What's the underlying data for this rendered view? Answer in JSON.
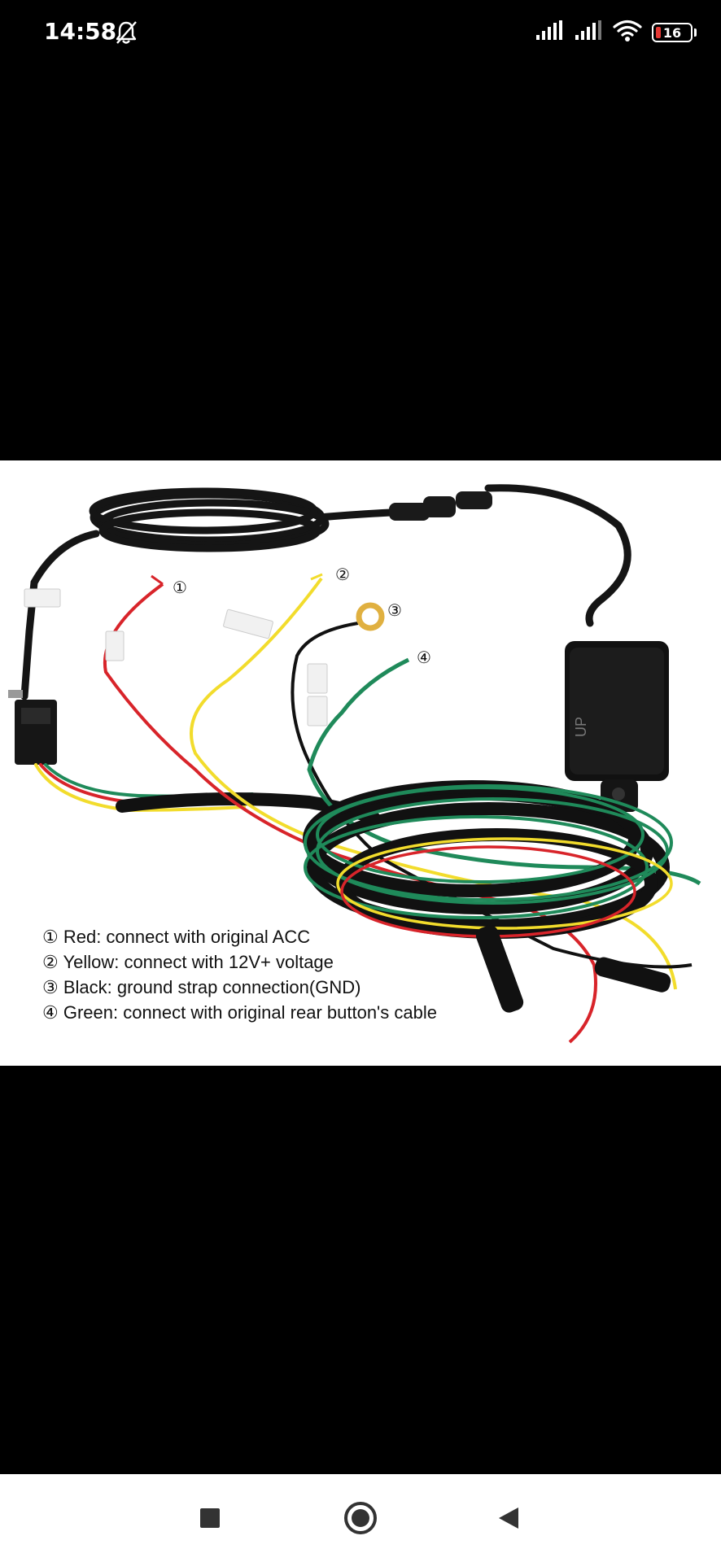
{
  "status_bar": {
    "time": "14:58",
    "battery_level": "16",
    "battery_fraction": 0.16,
    "icons": [
      "bell-off-icon",
      "signal-icon",
      "signal-icon",
      "wifi-icon",
      "battery-icon"
    ]
  },
  "photo": {
    "callouts": [
      "①",
      "②",
      "③",
      "④"
    ],
    "legend": [
      "① Red: connect with original ACC",
      "② Yellow: connect with 12V+ voltage",
      "③ Black: ground strap connection(GND)",
      "④ Green: connect with original rear button's cable"
    ],
    "module_label": "UP",
    "wire_colors": {
      "red": "#d8242a",
      "yellow": "#f2dc2c",
      "black": "#111111",
      "green": "#1f8a5a"
    }
  },
  "nav_bar": {
    "buttons": [
      "recent-apps",
      "home",
      "back"
    ]
  }
}
